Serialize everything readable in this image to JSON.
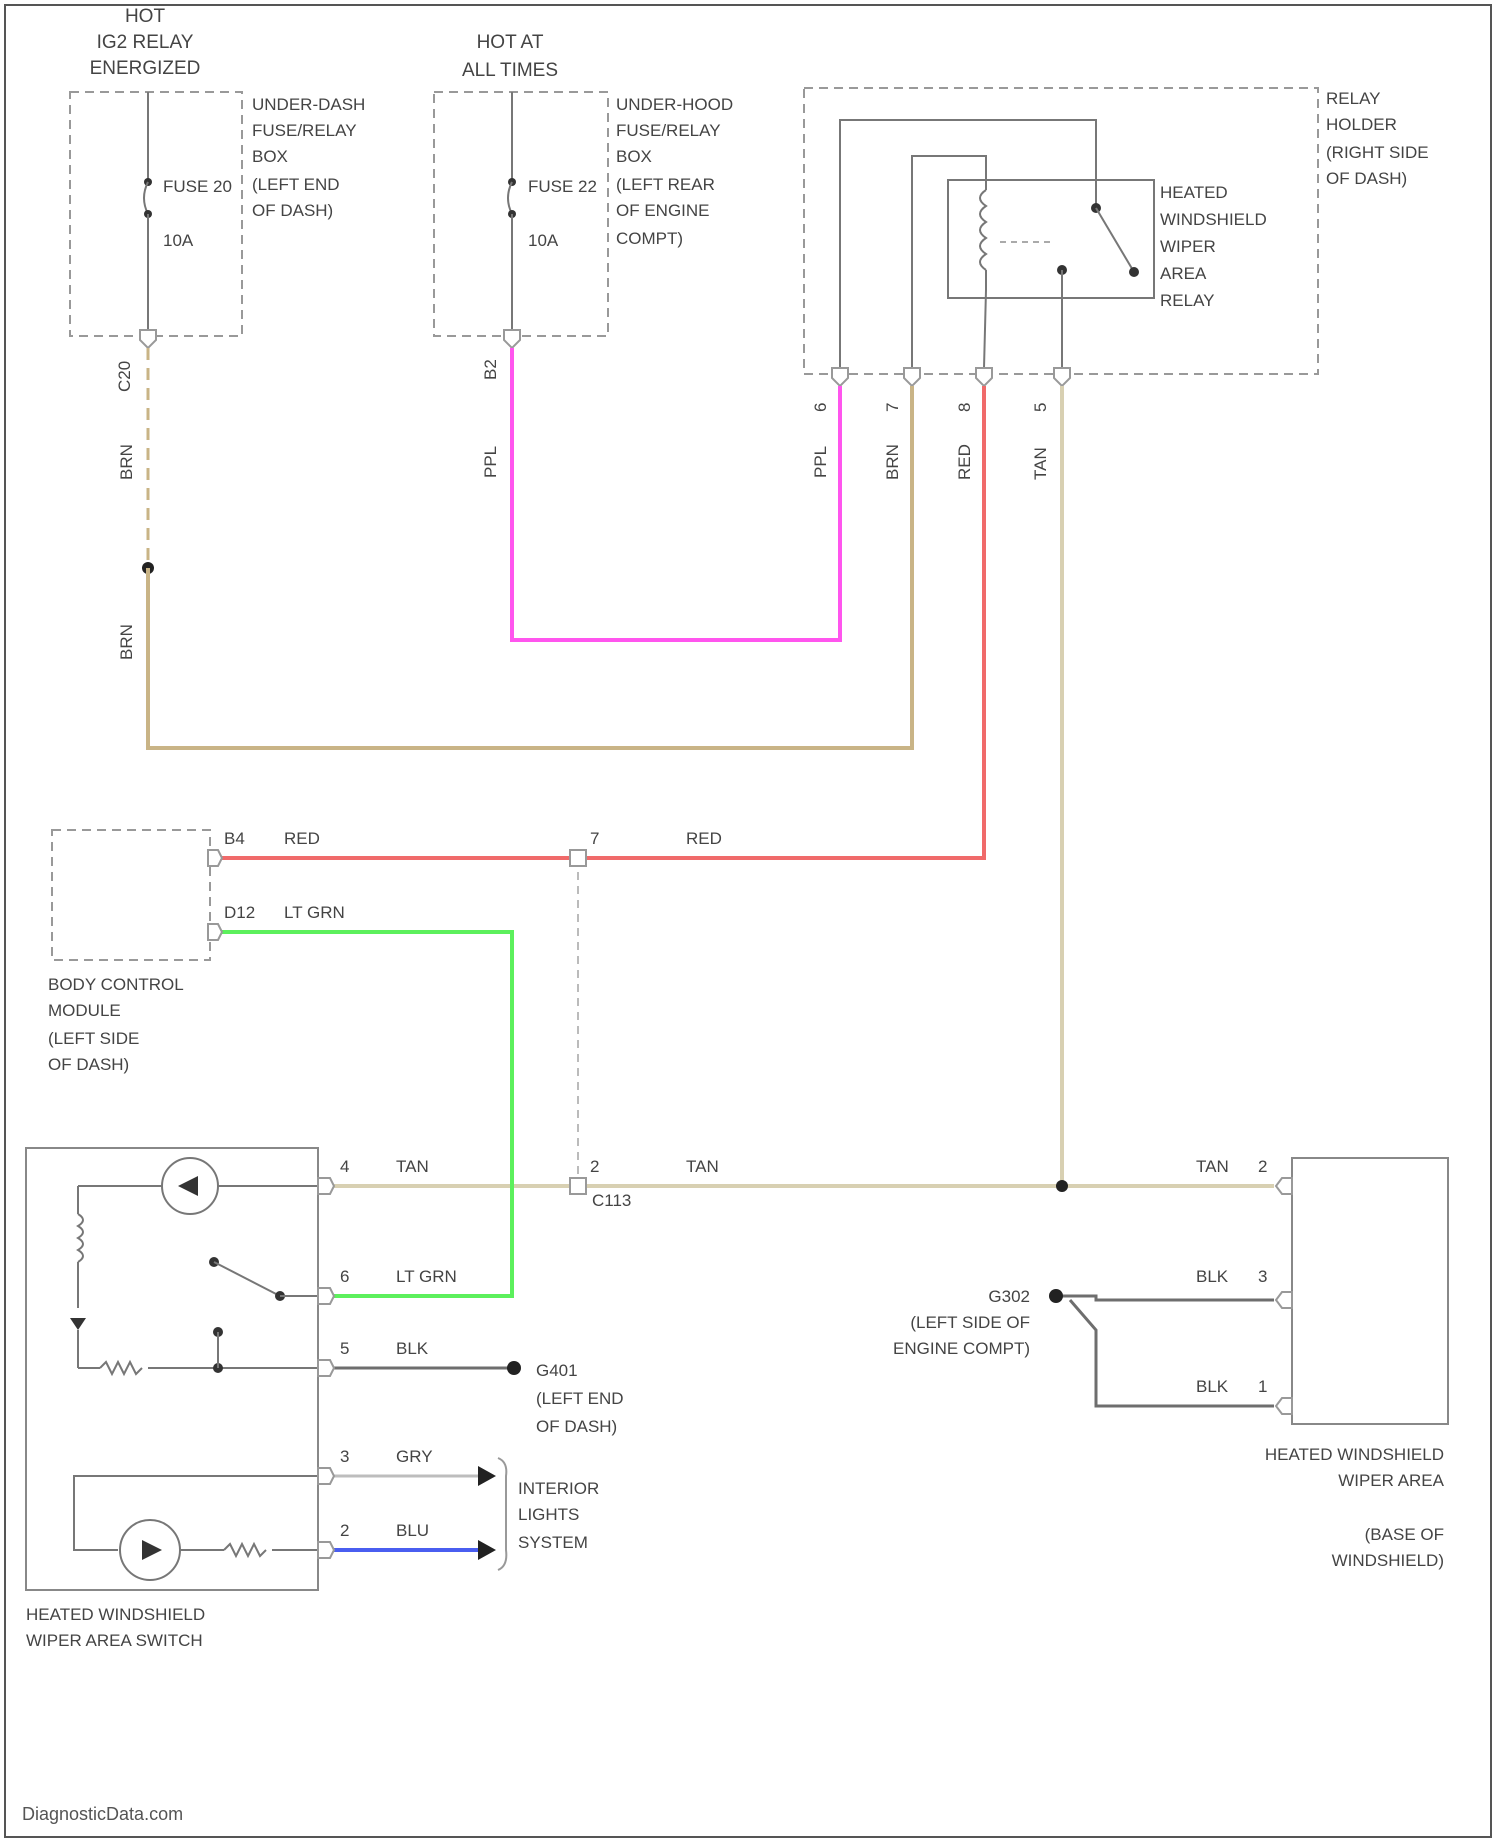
{
  "fuse_left": {
    "hot_label": [
      "HOT",
      "IG2 RELAY",
      "ENERGIZED"
    ],
    "box_label": [
      "UNDER-DASH",
      "FUSE/RELAY",
      "BOX",
      "(LEFT END",
      "OF DASH)"
    ],
    "fuse_name": "FUSE 20",
    "fuse_rating": "10A",
    "terminal": "C20"
  },
  "fuse_mid": {
    "hot_label": [
      "HOT AT",
      "ALL TIMES"
    ],
    "box_label": [
      "UNDER-HOOD",
      "FUSE/RELAY",
      "BOX",
      "(LEFT REAR",
      "OF ENGINE",
      "COMPT)"
    ],
    "fuse_name": "FUSE 22",
    "fuse_rating": "10A",
    "terminal": "B2"
  },
  "relay": {
    "holder_label": [
      "RELAY",
      "HOLDER",
      "(RIGHT SIDE",
      "OF DASH)"
    ],
    "relay_label": [
      "HEATED",
      "WINDSHIELD",
      "WIPER",
      "AREA",
      "RELAY"
    ],
    "pins": [
      "6",
      "7",
      "8",
      "5"
    ]
  },
  "wires": {
    "c20_color": "BRN",
    "c20_lower": "BRN",
    "b2_color": "PPL",
    "pin6": "PPL",
    "pin7": "BRN",
    "pin8": "RED",
    "pin5": "TAN",
    "bcm_b4_pin": "B4",
    "bcm_b4_color": "RED",
    "junction_red_pin": "7",
    "junction_red_color": "RED",
    "bcm_d12_pin": "D12",
    "bcm_d12_color": "LT GRN",
    "sw_pin4": "4",
    "sw_pin4_color": "TAN",
    "junction_tan_pin": "2",
    "junction_name": "C113",
    "junction_tan_color": "TAN",
    "right_tan_color": "TAN",
    "right_tan_pin": "2",
    "sw_pin6": "6",
    "sw_pin6_color": "LT GRN",
    "sw_pin5": "5",
    "sw_pin5_color": "BLK",
    "sw_pin3": "3",
    "sw_pin3_color": "GRY",
    "sw_pin2": "2",
    "sw_pin2_color": "BLU",
    "blk3_color": "BLK",
    "blk3_pin": "3",
    "blk1_color": "BLK",
    "blk1_pin": "1"
  },
  "bcm": {
    "label": [
      "BODY CONTROL",
      "MODULE",
      "(LEFT SIDE",
      "OF DASH)"
    ]
  },
  "ground_g401": {
    "label": [
      "G401",
      "(LEFT END",
      "OF DASH)"
    ]
  },
  "ground_g302": {
    "label": [
      "G302",
      "(LEFT SIDE OF",
      "ENGINE COMPT)"
    ]
  },
  "interior": {
    "label": [
      "INTERIOR",
      "LIGHTS",
      "SYSTEM"
    ]
  },
  "switch": {
    "label": [
      "HEATED WINDSHIELD",
      "WIPER AREA SWITCH"
    ]
  },
  "heater": {
    "label": [
      "HEATED WINDSHIELD",
      "WIPER AREA"
    ],
    "location": [
      "(BASE OF",
      "WINDSHIELD)"
    ]
  },
  "footer": "DiagnosticData.com",
  "colors": {
    "brn": "#c9b486",
    "ppl": "#ff55ee",
    "red": "#f06a6a",
    "tan": "#d8d0b2",
    "ltgrn": "#5cf05c",
    "blu": "#4a5ef0",
    "blk": "#6e6e6e",
    "gry": "#bdbdbd",
    "line": "#777777"
  }
}
